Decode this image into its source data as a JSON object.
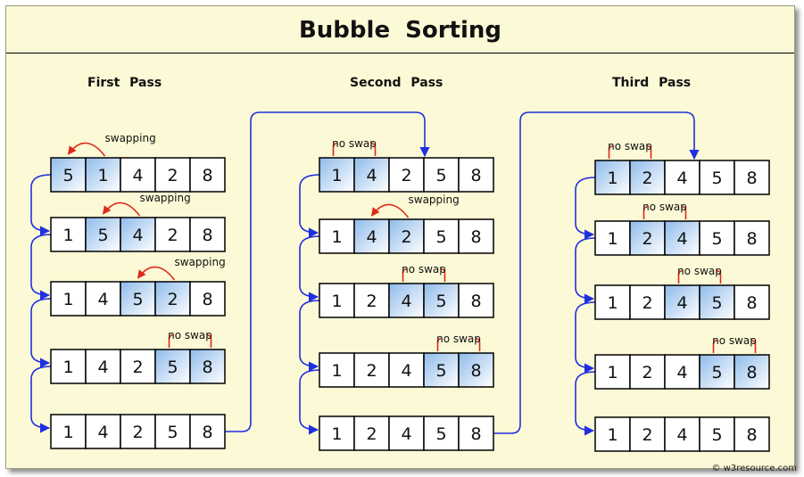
{
  "title": "Bubble  Sorting",
  "credit": "© w3resource.com",
  "passes": [
    {
      "label": "First  Pass",
      "rows": [
        {
          "values": [
            "5",
            "1",
            "4",
            "2",
            "8"
          ],
          "highlight": [
            0,
            1
          ],
          "note": "swapping",
          "note_kind": "swap"
        },
        {
          "values": [
            "1",
            "5",
            "4",
            "2",
            "8"
          ],
          "highlight": [
            1,
            2
          ],
          "note": "swapping",
          "note_kind": "swap"
        },
        {
          "values": [
            "1",
            "4",
            "5",
            "2",
            "8"
          ],
          "highlight": [
            2,
            3
          ],
          "note": "swapping",
          "note_kind": "swap"
        },
        {
          "values": [
            "1",
            "4",
            "2",
            "5",
            "8"
          ],
          "highlight": [
            3,
            4
          ],
          "note": "no swap",
          "note_kind": "noswap"
        },
        {
          "values": [
            "1",
            "4",
            "2",
            "5",
            "8"
          ],
          "highlight": [],
          "note": "",
          "note_kind": ""
        }
      ]
    },
    {
      "label": "Second  Pass",
      "rows": [
        {
          "values": [
            "1",
            "4",
            "2",
            "5",
            "8"
          ],
          "highlight": [
            0,
            1
          ],
          "note": "no swap",
          "note_kind": "noswap"
        },
        {
          "values": [
            "1",
            "4",
            "2",
            "5",
            "8"
          ],
          "highlight": [
            1,
            2
          ],
          "note": "swapping",
          "note_kind": "swap"
        },
        {
          "values": [
            "1",
            "2",
            "4",
            "5",
            "8"
          ],
          "highlight": [
            2,
            3
          ],
          "note": "no swap",
          "note_kind": "noswap"
        },
        {
          "values": [
            "1",
            "2",
            "4",
            "5",
            "8"
          ],
          "highlight": [
            3,
            4
          ],
          "note": "no swap",
          "note_kind": "noswap"
        },
        {
          "values": [
            "1",
            "2",
            "4",
            "5",
            "8"
          ],
          "highlight": [],
          "note": "",
          "note_kind": ""
        }
      ]
    },
    {
      "label": "Third  Pass",
      "rows": [
        {
          "values": [
            "1",
            "2",
            "4",
            "5",
            "8"
          ],
          "highlight": [
            0,
            1
          ],
          "note": "no swap",
          "note_kind": "noswap"
        },
        {
          "values": [
            "1",
            "2",
            "4",
            "5",
            "8"
          ],
          "highlight": [
            1,
            2
          ],
          "note": "no swap",
          "note_kind": "noswap"
        },
        {
          "values": [
            "1",
            "2",
            "4",
            "5",
            "8"
          ],
          "highlight": [
            2,
            3
          ],
          "note": "no swap",
          "note_kind": "noswap"
        },
        {
          "values": [
            "1",
            "2",
            "4",
            "5",
            "8"
          ],
          "highlight": [
            3,
            4
          ],
          "note": "no swap",
          "note_kind": "noswap"
        },
        {
          "values": [
            "1",
            "2",
            "4",
            "5",
            "8"
          ],
          "highlight": [],
          "note": "",
          "note_kind": ""
        }
      ]
    }
  ],
  "colors": {
    "background": "#fcf9d6",
    "connector_arrow": "#1f2fe0",
    "annotation": "#e02818",
    "cell_highlight_dark": "#9dc4ef",
    "cell_highlight_light": "#ffffff"
  }
}
